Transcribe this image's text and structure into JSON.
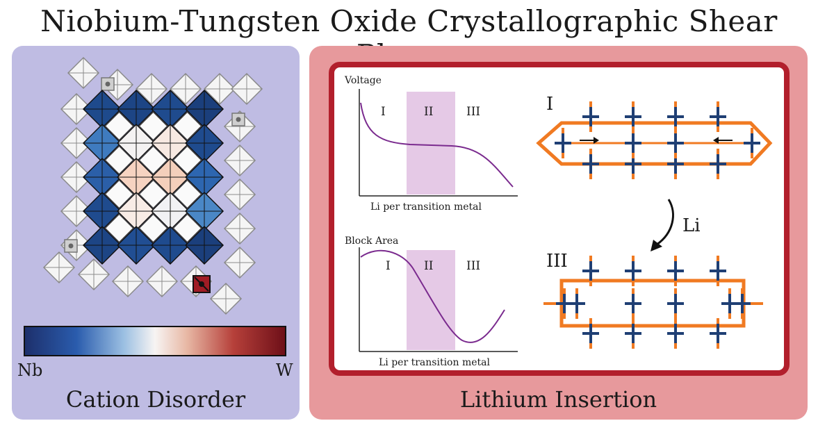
{
  "title": "Niobium-Tungsten Oxide Crystallographic Shear Phases",
  "left_panel": {
    "caption": "Cation Disorder",
    "colorbar": {
      "left_label": "Nb",
      "right_label": "W",
      "colors": [
        "#1d2f6b",
        "#2a5cad",
        "#7aa8d8",
        "#f5f1f0",
        "#e3a995",
        "#b6403a",
        "#6d0f18"
      ]
    },
    "grid_colors": [
      [
        "#1e4a8c",
        "#1d4585",
        "#1f4b8e",
        "#1b3f7c"
      ],
      [
        "#3f7bbf",
        "#f4f2f2",
        "#f7e9e2",
        "#1f4b8e"
      ],
      [
        "#2b5fa8",
        "#f6d3c1",
        "#f4cfbb",
        "#2d66b0"
      ],
      [
        "#1f4b8e",
        "#f8ece6",
        "#f2f2f4",
        "#4a87c6"
      ],
      [
        "#1d4585",
        "#214e93",
        "#1f4b8e",
        "#1b3f7c"
      ]
    ],
    "corner_highlight_color": "#a01c24"
  },
  "right_panel": {
    "caption": "Lithium Insertion",
    "voltage_chart": {
      "ylabel": "Voltage",
      "xlabel": "Li per transition metal",
      "regions": [
        "I",
        "II",
        "III"
      ]
    },
    "block_chart": {
      "ylabel": "Block Area",
      "xlabel": "Li per transition metal",
      "regions": [
        "I",
        "II",
        "III"
      ]
    },
    "structure_top_label": "I",
    "structure_bottom_label": "III",
    "arrow_label": "Li",
    "colors": {
      "orange": "#f07a22",
      "blue": "#1f3f74",
      "curve": "#7a2a8e",
      "shade": "#e5c9e6"
    }
  }
}
